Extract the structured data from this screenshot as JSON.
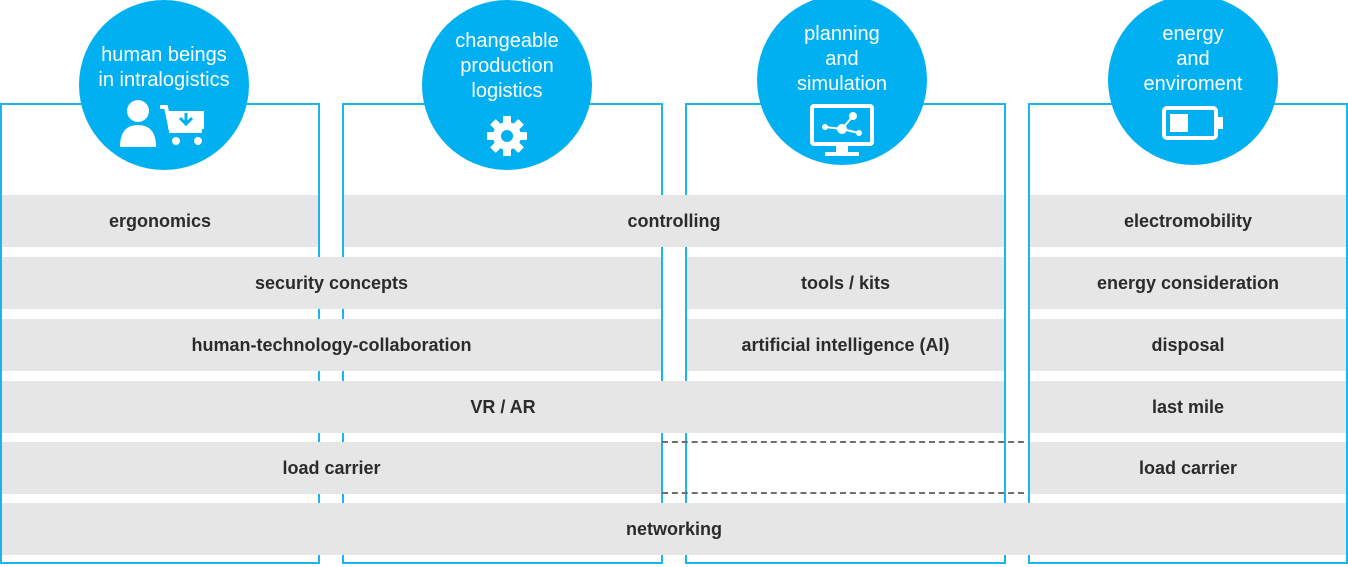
{
  "columns": [
    {
      "title": "human beings\nin intralogistics",
      "icon": "person-with-cart-icon"
    },
    {
      "title": "changeable\nproduction\nlogistics",
      "icon": "gear-icon"
    },
    {
      "title": "planning\nand\nsimulation",
      "icon": "monitor-network-icon"
    },
    {
      "title": "energy\nand\nenviroment",
      "icon": "battery-icon"
    }
  ],
  "rows": {
    "ergonomics": "ergonomics",
    "controlling": "controlling",
    "electromobility": "electromobility",
    "security_concepts": "security concepts",
    "tools_kits": "tools / kits",
    "energy_consideration": "energy consideration",
    "human_technology_collaboration": "human-technology-collaboration",
    "artificial_intelligence": "artificial intelligence (AI)",
    "disposal": "disposal",
    "vr_ar": "VR / AR",
    "last_mile": "last mile",
    "load_carrier_left": "load carrier",
    "load_carrier_right": "load carrier",
    "networking": "networking"
  },
  "colors": {
    "accent": "#00b0f0",
    "band": "#e7e6e6",
    "frame": "#19b5ec",
    "text": "#2b2b2b"
  }
}
